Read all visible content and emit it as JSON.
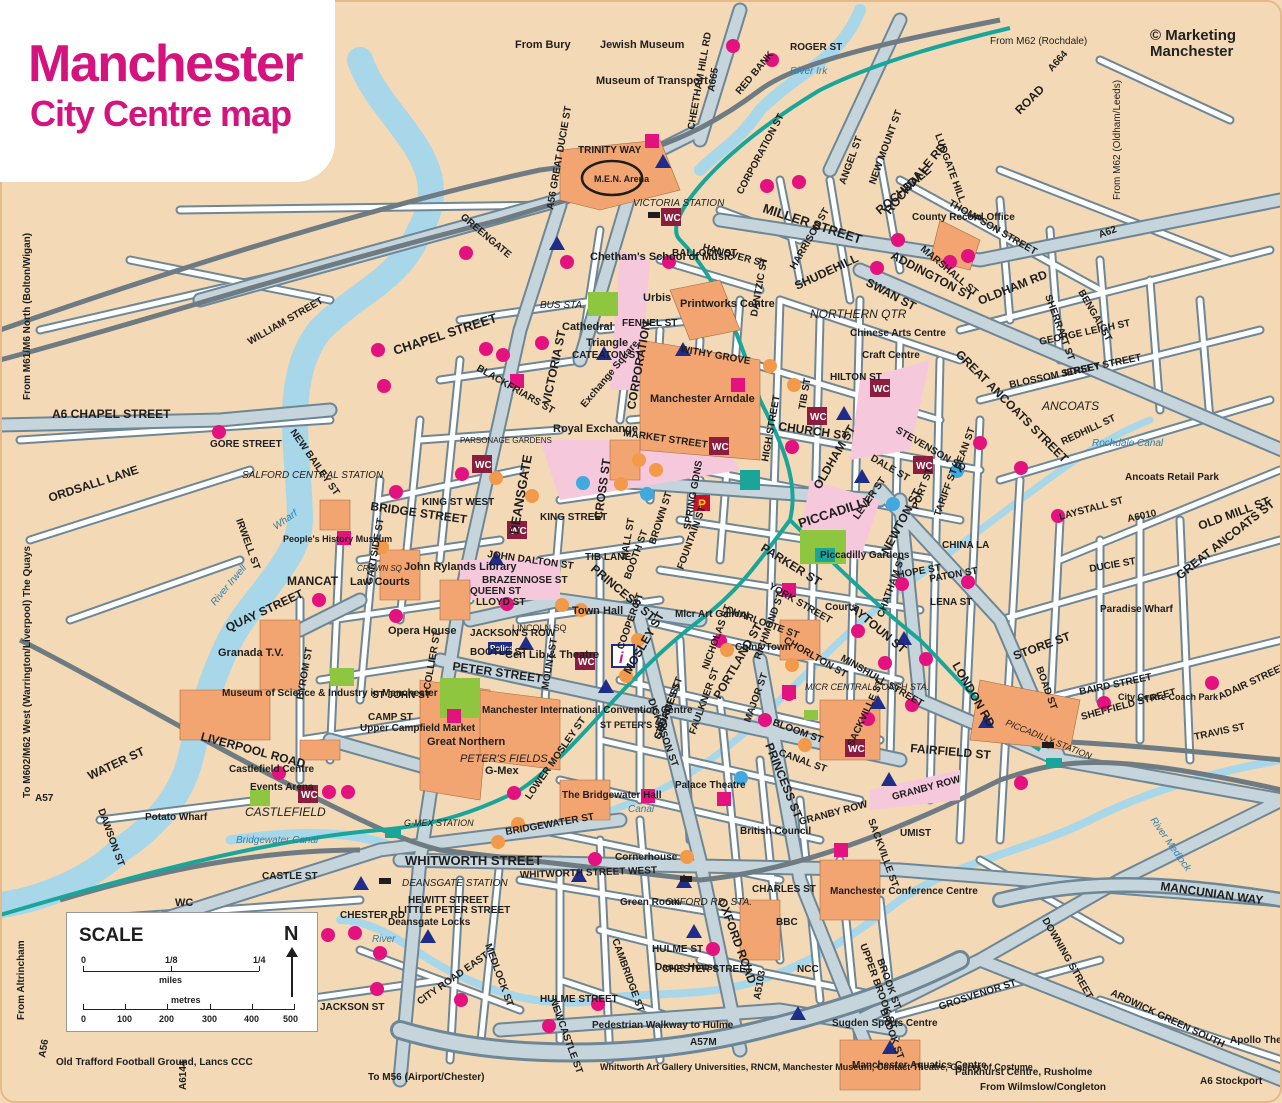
{
  "title": {
    "line1": "Manchester",
    "line2": "City Centre map"
  },
  "copyright": {
    "line1": "© Marketing",
    "line2": "Manchester"
  },
  "colors": {
    "land": "#f3d9b5",
    "road": "#ffffff",
    "road_casing": "#6e8796",
    "main_road": "#c6d5dc",
    "river": "#a9d7ea",
    "rail": "#6f7b83",
    "metro": "#1aa59b",
    "building": "#f2a571",
    "park": "#8fc63f",
    "pedestrian": "#f6c8dc",
    "poi_magenta": "#e3127f",
    "poi_blue": "#1f2d8a",
    "poi_orange": "#f39a4a",
    "poi_lightblue": "#42a8e0",
    "wc": "#8b1e3f",
    "title": "#d4137f"
  },
  "scale": {
    "title": "SCALE",
    "north": "N",
    "miles_label": "miles",
    "miles_ticks": [
      "0",
      "1/8",
      "1/4"
    ],
    "metres_label": "metres",
    "metres_ticks": [
      "0",
      "100",
      "200",
      "300",
      "400",
      "500"
    ]
  },
  "street_labels": [
    "A56 GREAT DUCIE ST",
    "CHEETHAM HILL RD",
    "A665",
    "TRINITY WAY",
    "CORPORATION ST",
    "MILLER STREET",
    "ROCHDALE RD",
    "ROAD",
    "A664",
    "SWAN ST",
    "SHUDEHILL",
    "ADDINGTON ST",
    "THOMPSON STREET",
    "OLDHAM RD",
    "A62",
    "GREAT ANCOATS STREET",
    "CHAPEL STREET",
    "BLACKFRIARS ST",
    "VICTORIA ST",
    "DEANSGATE",
    "KING ST WEST",
    "CROSS ST",
    "CORPORATION",
    "MARKET STREET",
    "CHURCH ST",
    "OLDHAM ST",
    "PICCADILLY",
    "NEWTON ST",
    "LEVER ST",
    "BRIDGE STREET",
    "JOHN DALTON ST",
    "PRINCESS ST",
    "MOSLEY ST",
    "PORTLAND ST",
    "YORK STREET",
    "PARKER ST",
    "AYTOUN ST",
    "LONDON RD",
    "QUAY STREET",
    "PETER STREET",
    "LIVERPOOL ROAD",
    "WATER ST",
    "DAWSON ST",
    "WHITWORTH STREET",
    "WHITWORTH STREET WEST",
    "OXFORD ROAD",
    "PRINCESS ST",
    "FAIRFIELD ST",
    "GRANBY ROW",
    "DUCIE ST",
    "ADAIR STREET",
    "TRAVIS ST",
    "MANCUNIAN WAY",
    "UPPER BROOK ST",
    "GROSVENOR ST",
    "DOWNING STREET",
    "ARDWICK GREEN SOUTH",
    "CITY ROAD EAST",
    "MEDLOCK ST",
    "CAMBRIDGE ST",
    "HULME ST",
    "CHESTER STREET",
    "JACKSON ST",
    "A5103",
    "ORDSALL LANE",
    "A6 CHAPEL STREET",
    "NEW BAILEY ST",
    "IRWELL ST",
    "GORE STREET",
    "WILLIAM STREET",
    "A57",
    "A6144",
    "A56",
    "A57M",
    "A6010",
    "OLD MILL ST",
    "GREAT ANCOATS ST",
    "JERSEY STREET",
    "BLOSSOM STREET",
    "GEORGE LEIGH ST",
    "BENGAL ST",
    "SHERRATT ST",
    "REDHILL ST",
    "LAYSTALL ST",
    "SHEFFIELD STREET",
    "BAIRD STREET",
    "STORE ST",
    "BOAD ST",
    "CHORLTON ST",
    "SACKVILLE ST",
    "MINSHULL STREET",
    "CHATHAM ST",
    "NICHOLAS ST",
    "FAULKNER ST",
    "GEORGE ST",
    "CHARLOTTE ST",
    "LOWER MOSLEY ST",
    "BRIDGEWATER ST",
    "GARTSIDE ST",
    "ST JOHN ST",
    "CAMP ST",
    "BYROM ST",
    "KING STREET",
    "SPRING GDNS",
    "FOUNTAIN ST",
    "BROWN ST",
    "BOOTH ST",
    "TIB LANE",
    "HALL ST",
    "LLOYD ST",
    "QUEEN ST",
    "BRAZENNOSE ST",
    "JACKSON'S ROW",
    "BOOTLE ST",
    "MOUNT ST",
    "COOPER ST",
    "DICKINSON ST",
    "ST JAMES ST",
    "CANAL ST",
    "BLOOM ST",
    "RICHMOND ST",
    "MAJOR ST",
    "CHARLES ST",
    "GRANBY ROW",
    "ROGER ST",
    "RED BANK",
    "DANTZIC ST",
    "HANOVER ST",
    "BALLOON ST",
    "WITHY GROVE",
    "FENNEL ST",
    "CATEATON ST",
    "HIGH STREET",
    "TIB ST",
    "HILTON ST",
    "STEVENSON SQ",
    "DALE ST",
    "PORT ST",
    "DEAN ST",
    "TARIFF ST",
    "CHINA LA",
    "PATON ST",
    "HOPE ST",
    "LENA ST",
    "ANGEL ST",
    "LUDGATE HILL",
    "MARSHALL ST",
    "ROCHDALE",
    "NEW MOUNT ST",
    "HARRISON ST",
    "GREENGATE",
    "CASTLE ST",
    "CHESTER RD",
    "HEWITT STREET",
    "LITTLE PETER STREET",
    "NEWCASTLE ST",
    "COLLIER ST",
    "HULME STREET",
    "BROOK ST",
    "BROOK ST",
    "SACKVILLE ST"
  ],
  "place_labels": [
    "From Bury",
    "Jewish Museum",
    "Museum of Transport",
    "M.E.N. Arena",
    "VICTORIA STATION",
    "Chetham's School of Music",
    "Urbis",
    "Printworks Centre",
    "Cathedral",
    "Triangle",
    "Exchange Square",
    "Manchester Arndale",
    "Royal Exchange",
    "PARSONAGE GARDENS",
    "SALFORD CENTRAL STATION",
    "People's History Museum",
    "John Rylands Library",
    "Law Courts",
    "CROWN SQ",
    "MANCAT",
    "Opera House",
    "Town Hall",
    "Cen Lib & Theatre",
    "LINCOLN SQ",
    "Granada T.V.",
    "Museum of Science & Industry in Manchester",
    "Upper Campfield Market",
    "Manchester International Convention Centre",
    "Great Northern",
    "PETER'S FIELDS",
    "G-Mex",
    "ST PETER'S SQ",
    "Castlefield Centre",
    "Events Arena",
    "CASTLEFIELD",
    "Potato Wharf",
    "G-MEX STATION",
    "DEANSGATE STATION",
    "Deansgate Locks",
    "The Bridgewater Hall",
    "Cornerhouse",
    "Green Room",
    "OXFORD RD. STA.",
    "Palace Theatre",
    "British Council",
    "Dance House",
    "BBC",
    "NCC",
    "Manchester Conference Centre",
    "UMIST",
    "Sugden Sports Centre",
    "Manchester Aquatics Centre",
    "Pedestrian Walkway to Hulme",
    "Whitworth Art Gallery Universities, RNCM, Manchester Museum, Contact Theatre, Gallery of Costume",
    "To M56 (Airport/Chester)",
    "Pankhurst Centre, Rusholme",
    "From Wilmslow/Congleton",
    "A6 Stockport",
    "Apollo Theatre",
    "From Altrincham",
    "Old Trafford Football Ground, Lancs CCC",
    "To M602/M62 West (Warrington/Liverpool) The Quays",
    "From M61/M6 North (Bolton/Wigan)",
    "From M62 (Rochdale)",
    "From M62 (Oldham/Leeds)",
    "County Record Office",
    "NORTHERN QTR",
    "Chinese Arts Centre",
    "Craft Centre",
    "ANCOATS",
    "Ancoats Retail Park",
    "Piccadilly Gardens",
    "Paradise Wharf",
    "China Town",
    "Courts",
    "M/CR CENTRAL COACH STA.",
    "PICCADILLY STATION",
    "City Centre Coach Park",
    "Mlcr Art Gallery",
    "Rochdale Canal",
    "Bridgewater Canal",
    "River Irwell",
    "River Irk",
    "River Medlock",
    "Canal",
    "River",
    "BUS STA.",
    "Police",
    "P",
    "WC",
    "Wharf",
    "Irwell"
  ]
}
